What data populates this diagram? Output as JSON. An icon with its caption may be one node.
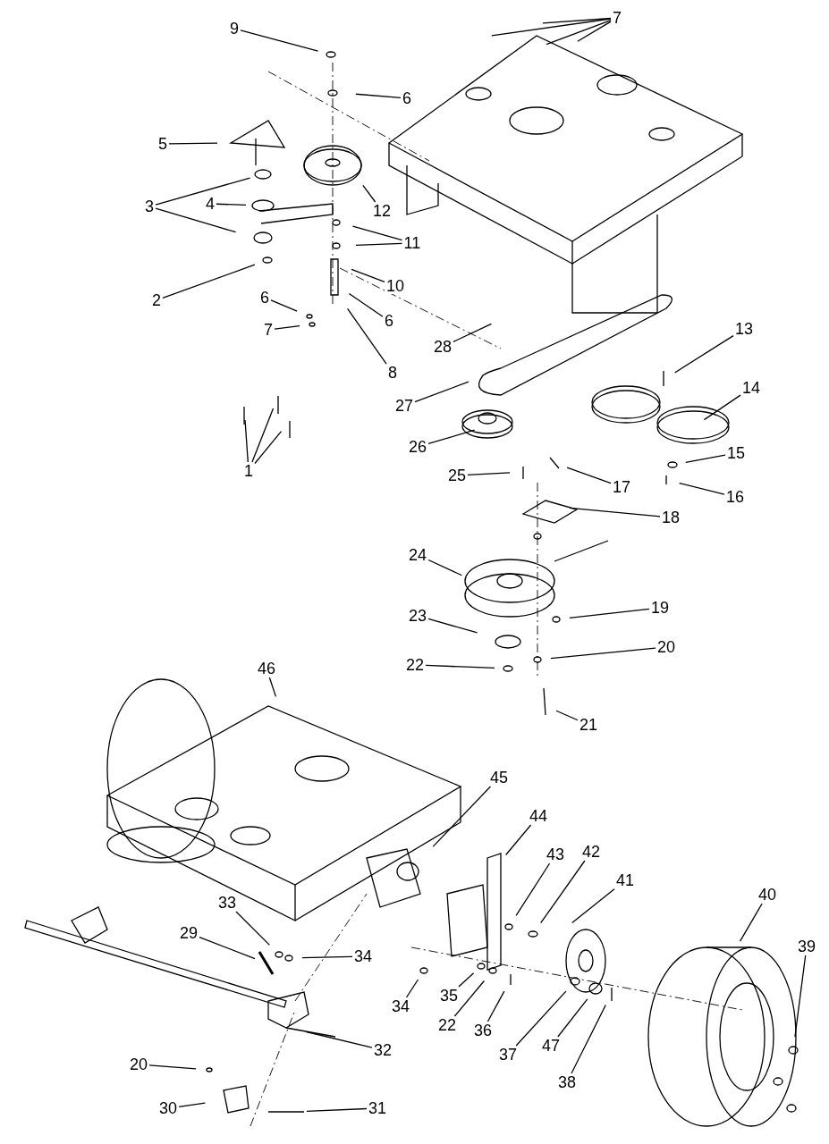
{
  "diagram": {
    "nodes": [
      {
        "text": [
          "9"
        ]
      },
      {
        "text": [
          "7"
        ]
      },
      {
        "text": [
          "6"
        ]
      },
      {
        "text": [
          "5"
        ]
      },
      {
        "text": [
          "3"
        ]
      },
      {
        "text": [
          "4"
        ]
      },
      {
        "text": [
          "12"
        ]
      },
      {
        "text": [
          "11"
        ]
      },
      {
        "text": [
          "2"
        ]
      },
      {
        "text": [
          "10"
        ]
      },
      {
        "text": [
          "6"
        ]
      },
      {
        "text": [
          "7"
        ]
      },
      {
        "text": [
          "6"
        ]
      },
      {
        "text": [
          "8"
        ]
      },
      {
        "text": [
          "28"
        ]
      },
      {
        "text": [
          "13"
        ]
      },
      {
        "text": [
          "14"
        ]
      },
      {
        "text": [
          "27"
        ]
      },
      {
        "text": [
          "26"
        ]
      },
      {
        "text": [
          "1"
        ]
      },
      {
        "text": [
          "15"
        ]
      },
      {
        "text": [
          "25"
        ]
      },
      {
        "text": [
          "17"
        ]
      },
      {
        "text": [
          "16"
        ]
      },
      {
        "text": [
          "18"
        ]
      },
      {
        "text": [
          "24"
        ]
      },
      {
        "text": [
          "19"
        ]
      },
      {
        "text": [
          "23"
        ]
      },
      {
        "text": [
          "20"
        ]
      },
      {
        "text": [
          "22"
        ]
      },
      {
        "text": [
          "46"
        ]
      },
      {
        "text": [
          "21"
        ]
      },
      {
        "text": [
          "45"
        ]
      },
      {
        "text": [
          "44"
        ]
      },
      {
        "text": [
          "43"
        ]
      },
      {
        "text": [
          "42"
        ]
      },
      {
        "text": [
          "41"
        ]
      },
      {
        "text": [
          "40"
        ]
      },
      {
        "text": [
          "33"
        ]
      },
      {
        "text": [
          "39"
        ]
      },
      {
        "text": [
          "29"
        ]
      },
      {
        "text": [
          "34"
        ]
      },
      {
        "text": [
          "34"
        ]
      },
      {
        "text": [
          "35"
        ]
      },
      {
        "text": [
          "22"
        ]
      },
      {
        "text": [
          "36"
        ]
      },
      {
        "text": [
          "37"
        ]
      },
      {
        "text": [
          "47"
        ]
      },
      {
        "text": [
          "32"
        ]
      },
      {
        "text": [
          "38"
        ]
      },
      {
        "text": [
          "20"
        ]
      },
      {
        "text": [
          "30"
        ]
      },
      {
        "text": [
          "31"
        ]
      }
    ],
    "edges": [
      {
        "from": 0,
        "to": null,
        "arrow": "none"
      },
      {
        "from": 1,
        "to": null,
        "arrow": "none"
      },
      {
        "from": 1,
        "to": null,
        "arrow": "none"
      },
      {
        "from": 1,
        "to": null,
        "arrow": "none"
      },
      {
        "from": 1,
        "to": null,
        "arrow": "none"
      },
      {
        "from": 2,
        "to": null,
        "arrow": "none"
      },
      {
        "from": 3,
        "to": null,
        "arrow": "none"
      },
      {
        "from": 4,
        "to": null,
        "arrow": "none"
      },
      {
        "from": 4,
        "to": null,
        "arrow": "none"
      },
      {
        "from": 5,
        "to": null,
        "arrow": "none"
      },
      {
        "from": 6,
        "to": null,
        "arrow": "none"
      },
      {
        "from": 7,
        "to": null,
        "arrow": "none"
      },
      {
        "from": 7,
        "to": null,
        "arrow": "none"
      },
      {
        "from": 8,
        "to": null,
        "arrow": "none"
      },
      {
        "from": 9,
        "to": null,
        "arrow": "none"
      },
      {
        "from": 10,
        "to": null,
        "arrow": "none"
      },
      {
        "from": 11,
        "to": null,
        "arrow": "none"
      },
      {
        "from": 12,
        "to": null,
        "arrow": "none"
      },
      {
        "from": 13,
        "to": null,
        "arrow": "none"
      },
      {
        "from": 14,
        "to": null,
        "arrow": "none"
      },
      {
        "from": 15,
        "to": null,
        "arrow": "none"
      },
      {
        "from": 16,
        "to": null,
        "arrow": "none"
      },
      {
        "from": 17,
        "to": null,
        "arrow": "none"
      },
      {
        "from": 18,
        "to": null,
        "arrow": "none"
      },
      {
        "from": 19,
        "to": null,
        "arrow": "none"
      },
      {
        "from": 19,
        "to": null,
        "arrow": "none"
      },
      {
        "from": 19,
        "to": null,
        "arrow": "none"
      },
      {
        "from": 20,
        "to": null,
        "arrow": "none"
      },
      {
        "from": 21,
        "to": null,
        "arrow": "none"
      },
      {
        "from": 22,
        "to": null,
        "arrow": "none"
      },
      {
        "from": 23,
        "to": null,
        "arrow": "none"
      },
      {
        "from": 24,
        "to": null,
        "arrow": "none"
      },
      {
        "from": 25,
        "to": null,
        "arrow": "none"
      },
      {
        "from": 26,
        "to": null,
        "arrow": "none"
      },
      {
        "from": 27,
        "to": null,
        "arrow": "none"
      },
      {
        "from": 28,
        "to": null,
        "arrow": "none"
      },
      {
        "from": 29,
        "to": null,
        "arrow": "none"
      },
      {
        "from": 30,
        "to": null,
        "arrow": "none"
      },
      {
        "from": 31,
        "to": null,
        "arrow": "none"
      },
      {
        "from": 32,
        "to": null,
        "arrow": "none"
      },
      {
        "from": 33,
        "to": null,
        "arrow": "none"
      },
      {
        "from": 34,
        "to": null,
        "arrow": "none"
      },
      {
        "from": 35,
        "to": null,
        "arrow": "none"
      },
      {
        "from": 36,
        "to": null,
        "arrow": "none"
      },
      {
        "from": 37,
        "to": null,
        "arrow": "none"
      },
      {
        "from": 38,
        "to": null,
        "arrow": "none"
      },
      {
        "from": 39,
        "to": null,
        "arrow": "none"
      },
      {
        "from": 40,
        "to": null,
        "arrow": "none"
      },
      {
        "from": 41,
        "to": null,
        "arrow": "none"
      },
      {
        "from": 42,
        "to": null,
        "arrow": "none"
      },
      {
        "from": 43,
        "to": null,
        "arrow": "none"
      },
      {
        "from": 44,
        "to": null,
        "arrow": "none"
      },
      {
        "from": 45,
        "to": null,
        "arrow": "none"
      },
      {
        "from": 46,
        "to": null,
        "arrow": "none"
      },
      {
        "from": 47,
        "to": null,
        "arrow": "none"
      },
      {
        "from": 48,
        "to": null,
        "arrow": "none"
      },
      {
        "from": 49,
        "to": null,
        "arrow": "none"
      },
      {
        "from": 50,
        "to": null,
        "arrow": "none"
      },
      {
        "from": 51,
        "to": null,
        "arrow": "none"
      },
      {
        "from": 52,
        "to": null,
        "arrow": "none"
      }
    ]
  }
}
